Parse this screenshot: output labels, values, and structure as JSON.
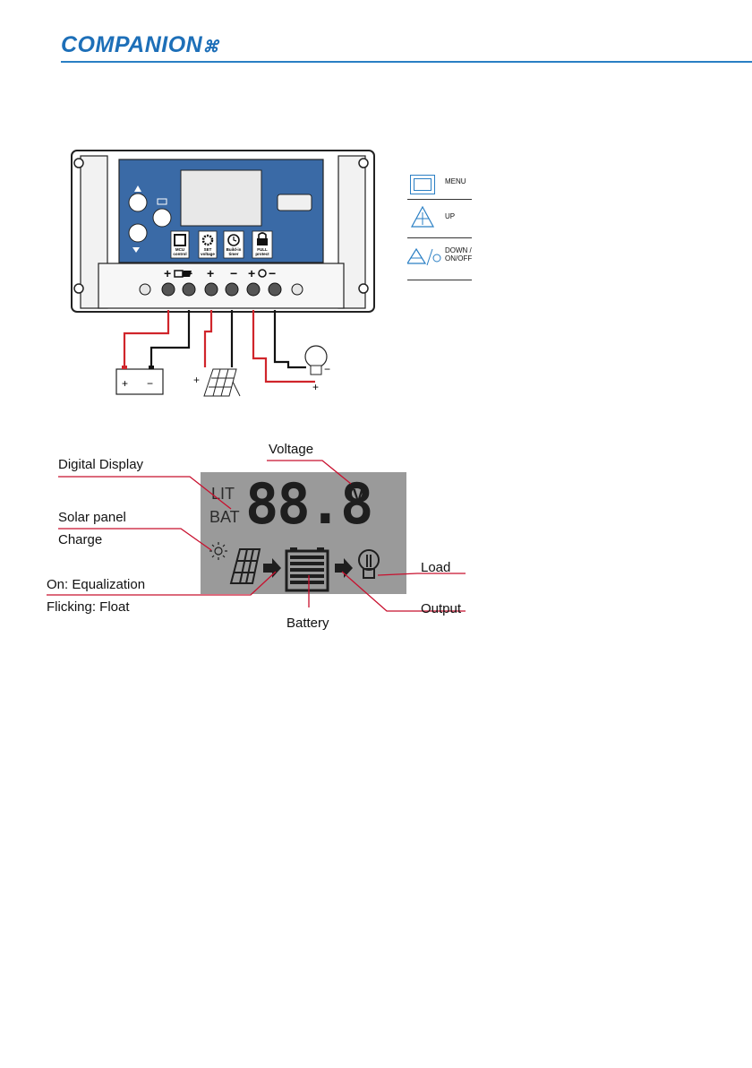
{
  "header": {
    "logo_text": "COMPANION"
  },
  "controller": {
    "buttons": {
      "mcu": [
        "MCU",
        "control"
      ],
      "set": [
        "SET",
        "voltage"
      ],
      "timer": [
        "Build-in",
        "timer"
      ],
      "full": [
        "FULL",
        "protect"
      ]
    },
    "battery_terminals": {
      "plus": "+",
      "minus": "−"
    }
  },
  "legend": {
    "menu": "MENU",
    "up": "UP",
    "down_line1": "DOWN /",
    "down_line2": "ON/OFF"
  },
  "lcd": {
    "lit": "LIT",
    "bat": "BAT",
    "digits": "88.8",
    "unit": "V"
  },
  "callouts": {
    "voltage": "Voltage",
    "digital_display": "Digital Display",
    "solar_panel": "Solar panel",
    "charge": "Charge",
    "equalization": "On: Equalization",
    "float": "Flicking: Float",
    "battery": "Battery",
    "load": "Load",
    "output": "Output"
  },
  "colors": {
    "brand_blue": "#1d6fb8",
    "panel_blue": "#3a6aa6",
    "wire_red": "#d0252b",
    "callout_red": "#c8102e"
  }
}
